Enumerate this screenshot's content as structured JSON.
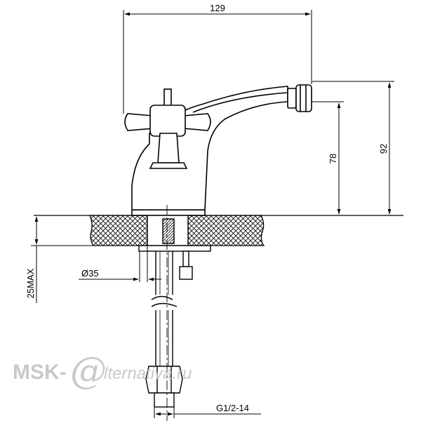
{
  "dimensions": {
    "width_top": "129",
    "height_outlet": "92",
    "height_spout": "78",
    "counter_thickness": "25MAX",
    "hole_diameter": "Ø35",
    "thread": "G1/2-14"
  },
  "watermark": {
    "brand": "MSK-",
    "script": "lternativa.ru"
  },
  "colors": {
    "line": "#000000",
    "watermark": "#c9c9c9"
  }
}
